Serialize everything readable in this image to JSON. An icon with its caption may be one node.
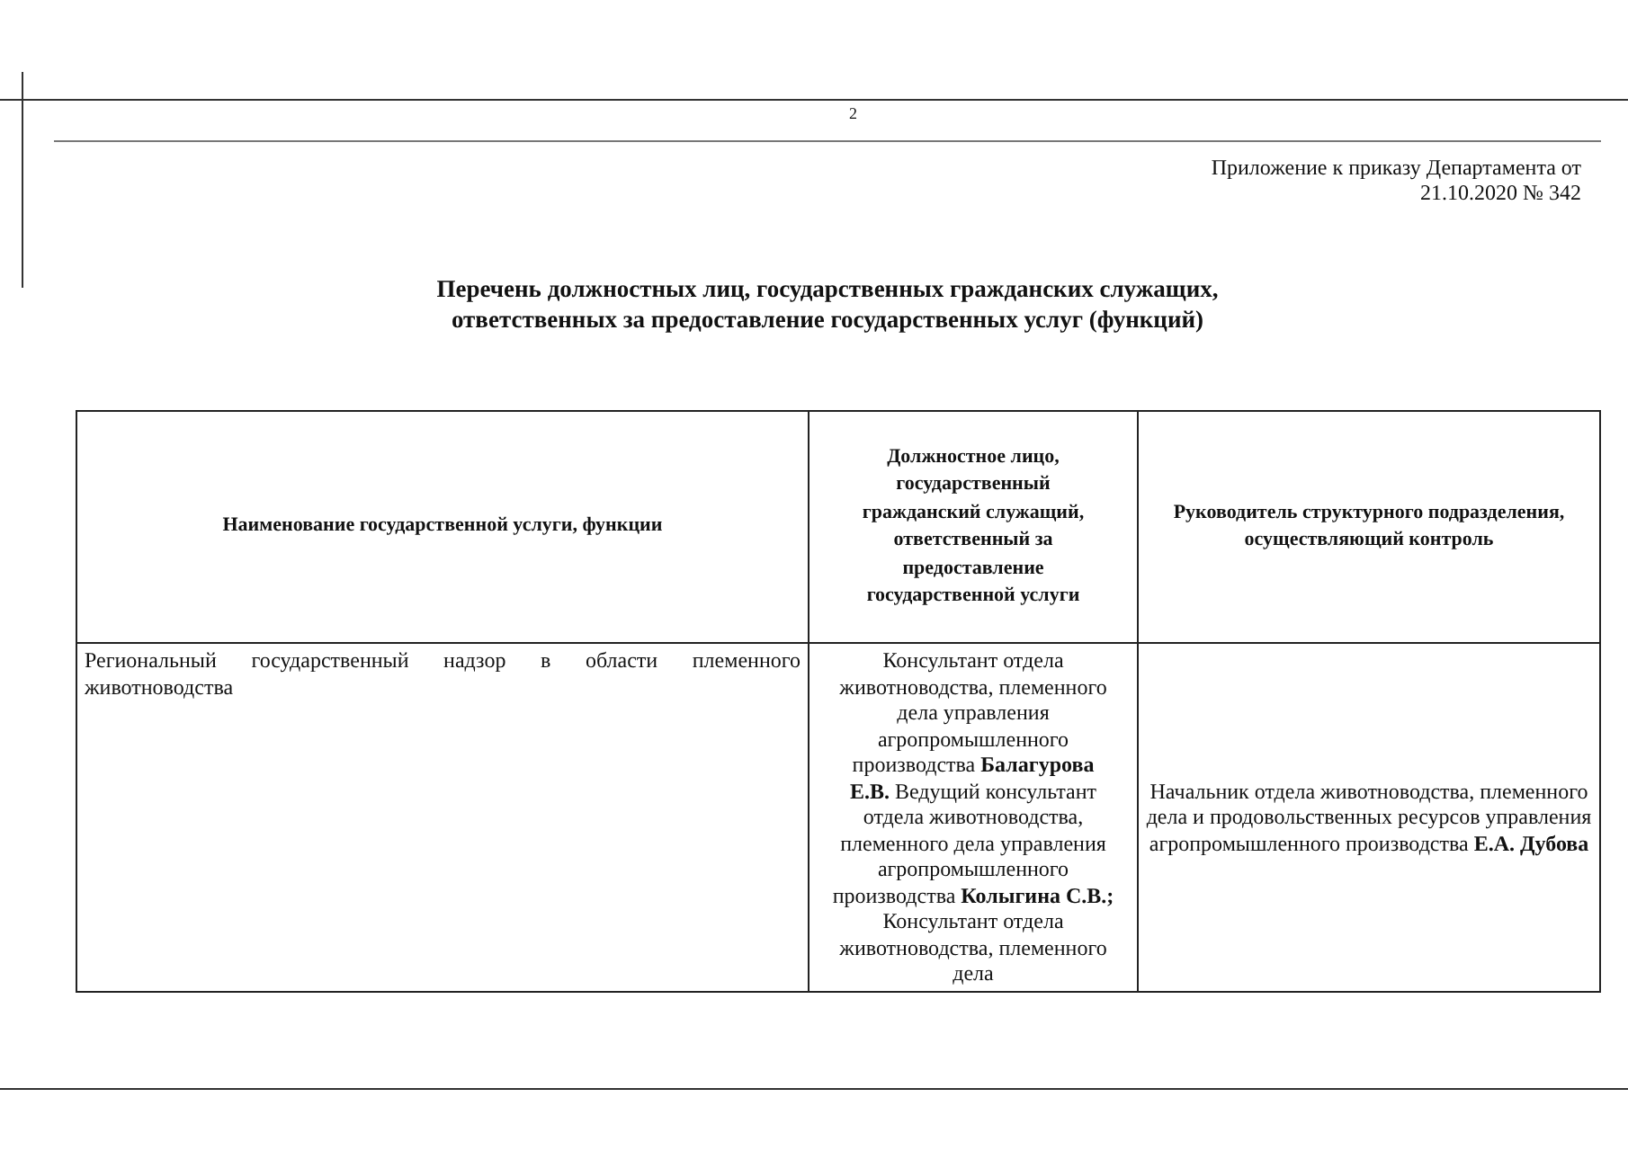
{
  "diagram": {
    "title": "Перечень должностных лиц, государственных гражданских служащих, ответственных за предоставление государственных услуг (функций)",
    "labels": [
      "2",
      "Приложение к приказу Департамента от 21.10.2020 № 342",
      "Наименование государственной услуги, функции",
      "Должностное лицо, государственный гражданский служащий, ответственный за предоставление государственной услуги",
      "Руководитель структурного подразделения, осуществляющий контроль",
      "Региональный государственный надзор в области племенного животноводства",
      "Консультант отдела животноводства, племенного дела управления агропромышленного производства **Балагурова Е.В.** Ведущий консультант отдела животноводства, племенного дела управления агропромышленного производства **Колыгина С.В.;** Консультант отдела животноводства, племенного дела",
      "Начальник отдела животноводства, племенного дела и продовольственных ресурсов управления агропромышленного производства **Е.А. Дубова**"
    ]
  }
}
